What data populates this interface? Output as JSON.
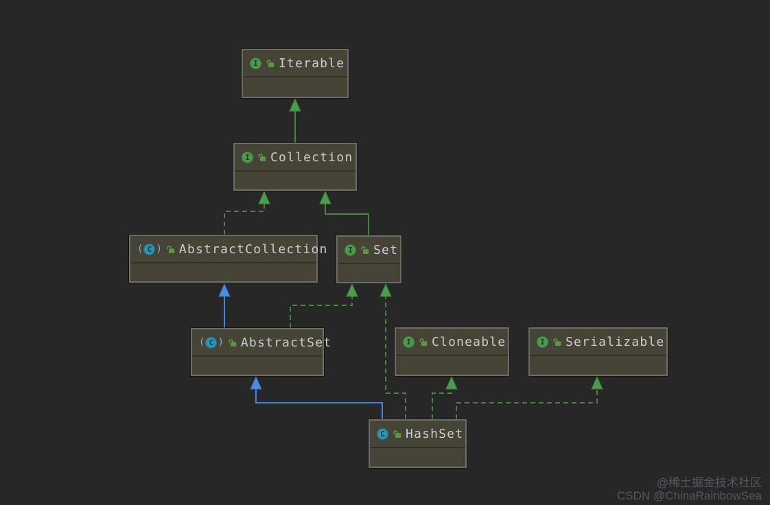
{
  "diagram": {
    "type": "uml-class-diagram",
    "subject": "Java HashSet inheritance hierarchy",
    "nodes": [
      {
        "id": "iterable",
        "label": "Iterable",
        "kind": "interface",
        "icon": "interface-icon",
        "icon_letter": "I",
        "visibility_icon": "open-lock-icon"
      },
      {
        "id": "collection",
        "label": "Collection",
        "kind": "interface",
        "icon": "interface-icon",
        "icon_letter": "I",
        "visibility_icon": "open-lock-icon"
      },
      {
        "id": "abstract-collection",
        "label": "AbstractCollection",
        "kind": "abstract-class",
        "icon": "abstract-class-icon",
        "icon_letter": "C",
        "visibility_icon": "open-lock-icon"
      },
      {
        "id": "set",
        "label": "Set",
        "kind": "interface",
        "icon": "interface-icon",
        "icon_letter": "I",
        "visibility_icon": "open-lock-icon"
      },
      {
        "id": "abstract-set",
        "label": "AbstractSet",
        "kind": "abstract-class",
        "icon": "abstract-class-icon",
        "icon_letter": "C",
        "visibility_icon": "open-lock-icon"
      },
      {
        "id": "cloneable",
        "label": "Cloneable",
        "kind": "interface",
        "icon": "interface-icon",
        "icon_letter": "I",
        "visibility_icon": "open-lock-icon"
      },
      {
        "id": "serializable",
        "label": "Serializable",
        "kind": "interface",
        "icon": "interface-icon",
        "icon_letter": "I",
        "visibility_icon": "open-lock-icon"
      },
      {
        "id": "hashset",
        "label": "HashSet",
        "kind": "class",
        "icon": "class-icon",
        "icon_letter": "C",
        "visibility_icon": "open-lock-icon"
      }
    ],
    "edges": [
      {
        "from": "Collection",
        "to": "Iterable",
        "relation": "extends",
        "style": "solid-green"
      },
      {
        "from": "AbstractCollection",
        "to": "Collection",
        "relation": "implements",
        "style": "dashed-green"
      },
      {
        "from": "Set",
        "to": "Collection",
        "relation": "extends",
        "style": "solid-green"
      },
      {
        "from": "AbstractSet",
        "to": "AbstractCollection",
        "relation": "extends",
        "style": "solid-blue"
      },
      {
        "from": "AbstractSet",
        "to": "Set",
        "relation": "implements",
        "style": "dashed-green"
      },
      {
        "from": "HashSet",
        "to": "AbstractSet",
        "relation": "extends",
        "style": "solid-blue"
      },
      {
        "from": "HashSet",
        "to": "Set",
        "relation": "implements",
        "style": "dashed-green"
      },
      {
        "from": "HashSet",
        "to": "Cloneable",
        "relation": "implements",
        "style": "dashed-green"
      },
      {
        "from": "HashSet",
        "to": "Serializable",
        "relation": "implements",
        "style": "dashed-green"
      }
    ],
    "colors": {
      "background": "#272727",
      "node_fill": "#464437",
      "node_border": "#6e6d65",
      "label_text": "#c9cdd0",
      "interface_icon_green": "#4d9a4e",
      "class_icon_teal": "#2d93b0",
      "edge_green": "#4f9345",
      "edge_blue": "#4486d8",
      "lock_green": "#5d9644"
    },
    "watermark": {
      "line1": "@稀土掘金技术社区",
      "line2": "CSDN @ChinaRainbowSea"
    }
  }
}
